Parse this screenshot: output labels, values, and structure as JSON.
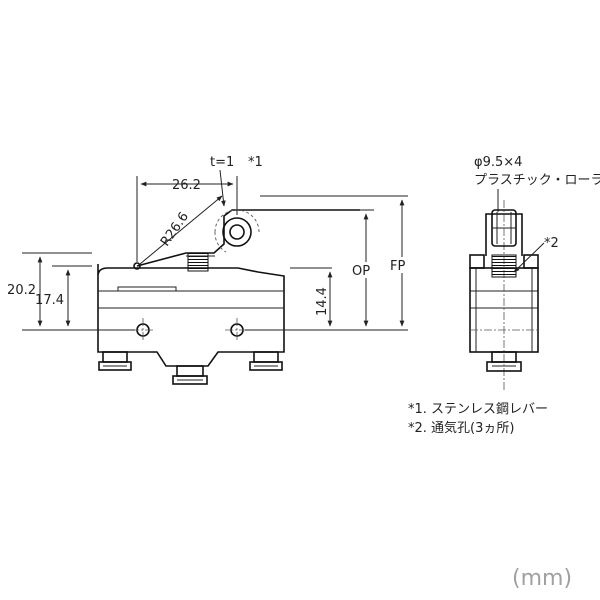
{
  "front_view": {
    "dim_thickness": "t=1",
    "note_ref_1": "*1",
    "dim_width": "26.2",
    "dim_radius": "R26.6",
    "dim_height_total": "20.2",
    "dim_height_body": "17.4",
    "dim_height_lower": "14.4",
    "label_op": "OP",
    "label_fp": "FP"
  },
  "side_view": {
    "roller_spec": "φ9.5×4",
    "roller_material": "プラスチック・ローラ",
    "note_ref_2": "*2"
  },
  "notes": [
    "*1. ステンレス鋼レバー",
    "*2. 通気孔(3ヵ所)"
  ],
  "unit": "(mm)"
}
